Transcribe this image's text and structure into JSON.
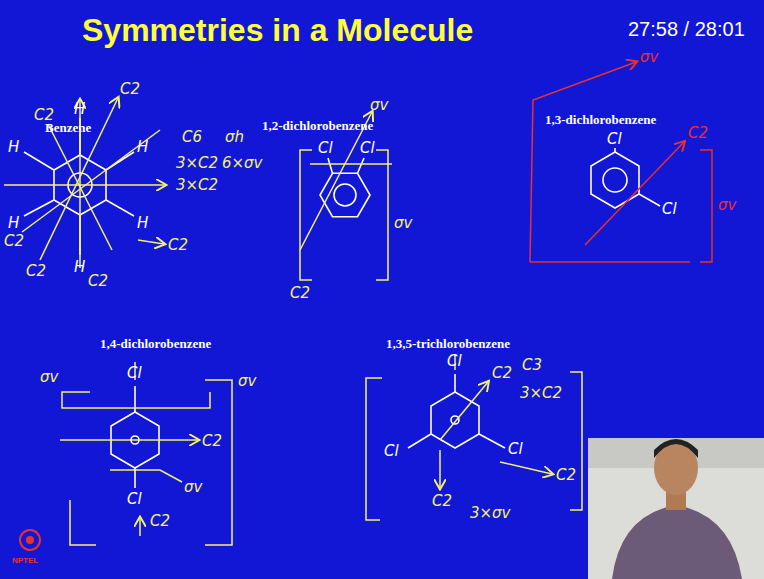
{
  "diagram": {
    "title": "Symmetries in a Molecule",
    "labels": [
      "27:58 / 28:01",
      "Benzene",
      "1,2-dichlorobenzene",
      "1,3-dichlorobenzene",
      "1,4-dichlorobenzene",
      "1,3,5-trichlorobenzene",
      "H",
      "H",
      "H",
      "H",
      "H",
      "H",
      "C2",
      "C2",
      "C2",
      "C2",
      "C2",
      "C2",
      "C6",
      "σh",
      "3×C2",
      "6×σv",
      "3×C2",
      "σv",
      "Cl",
      "Cl",
      "σv",
      "C2",
      "σv",
      "C2",
      "σv",
      "Cl",
      "Cl",
      "Cl",
      "σv",
      "σv",
      "C2",
      "σv",
      "Cl",
      "C2",
      "Cl",
      "C2",
      "C3",
      "3×C2",
      "Cl",
      "C2",
      "Cl",
      "C2",
      "3×σv",
      "NPTEL"
    ]
  }
}
